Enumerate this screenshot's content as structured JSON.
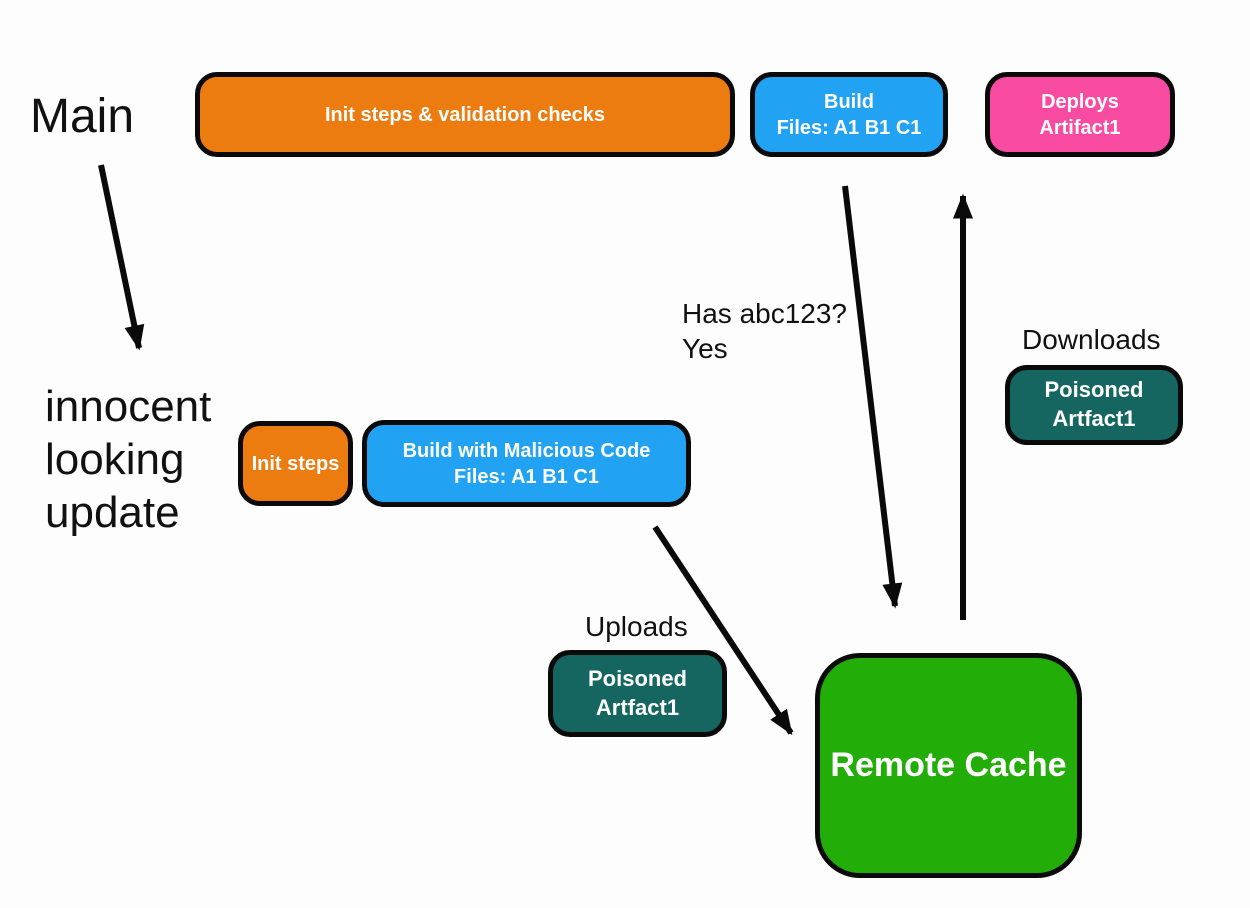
{
  "diagram": {
    "labels": {
      "main": "Main",
      "innocent_update": "innocent\nlooking\nupdate",
      "has_hash": "Has abc123?\nYes",
      "uploads": "Uploads",
      "downloads": "Downloads"
    },
    "nodes": {
      "init_validation": {
        "label": "Init steps & validation checks",
        "color": "#ED7C10"
      },
      "build": {
        "label": "Build\nFiles: A1 B1 C1",
        "color": "#22A2F2"
      },
      "deploys": {
        "label": "Deploys\nArtifact1",
        "color": "#FA4BA3"
      },
      "init_steps": {
        "label": "Init steps",
        "color": "#ED7C10"
      },
      "build_malicious": {
        "label": "Build with Malicious Code\nFiles: A1 B1 C1",
        "color": "#22A2F2"
      },
      "poisoned_download": {
        "label": "Poisoned\nArtfact1",
        "color": "#156661"
      },
      "poisoned_upload": {
        "label": "Poisoned\nArtfact1",
        "color": "#156661"
      },
      "remote_cache": {
        "label": "Remote Cache",
        "color": "#23AD08"
      }
    },
    "edge_color": "#0a0a0a",
    "text_color": "#111111"
  }
}
